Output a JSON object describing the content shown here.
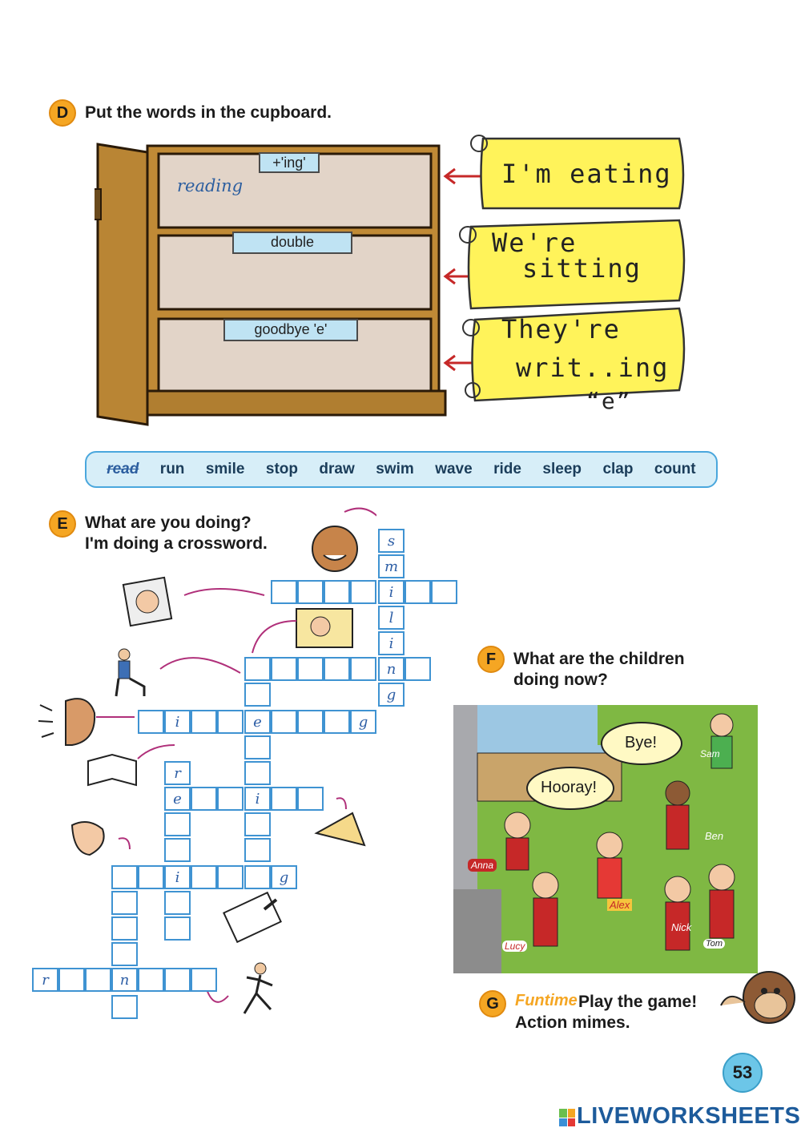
{
  "sectionD": {
    "letter": "D",
    "instruction": "Put the words in the cupboard.",
    "drawers": [
      {
        "label": "+'ing'",
        "answer": "reading"
      },
      {
        "label": "double",
        "answer": ""
      },
      {
        "label": "goodbye 'e'",
        "answer": ""
      }
    ],
    "scrolls": [
      {
        "line1": "I'm eating",
        "line2": ""
      },
      {
        "line1": "We're",
        "line2": "sitting"
      },
      {
        "line1": "They're",
        "line2": "writ..ing"
      }
    ],
    "e_note": "“e”"
  },
  "wordbank": {
    "words": [
      "read",
      "run",
      "smile",
      "stop",
      "draw",
      "swim",
      "wave",
      "ride",
      "sleep",
      "clap",
      "count"
    ],
    "crossed": "read"
  },
  "sectionE": {
    "letter": "E",
    "question": "What are you doing?",
    "answer": "I'm doing a crossword."
  },
  "sectionF": {
    "letter": "F",
    "line1": "What are the children",
    "line2": "doing now?",
    "bubble_bye": "Bye!",
    "bubble_hooray": "Hooray!",
    "names": [
      "Sam",
      "Ben",
      "Anna",
      "Alex",
      "Lucy",
      "Nick",
      "Tom"
    ]
  },
  "sectionG": {
    "letter": "G",
    "funtime": "Funtime",
    "line1": "Play the game!",
    "line2": "Action mimes."
  },
  "page_number": "53",
  "watermark": "LIVEWORKSHEETS"
}
